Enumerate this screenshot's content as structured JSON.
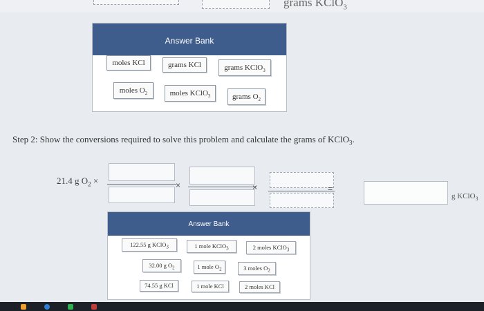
{
  "previous": {
    "unit_label": "grams KClO",
    "unit_sub": "3"
  },
  "bank1": {
    "header": "Answer Bank",
    "tiles": [
      {
        "text": "moles KCl",
        "sub": ""
      },
      {
        "text": "grams KCl",
        "sub": ""
      },
      {
        "text": "grams KClO",
        "sub": "3"
      },
      {
        "text": "moles O",
        "sub": "2"
      },
      {
        "text": "moles KClO",
        "sub": "3"
      },
      {
        "text": "grams O",
        "sub": "2"
      }
    ]
  },
  "step": {
    "text": "Step 2: Show the conversions required to solve this problem and calculate the grams of KClO",
    "sub": "3",
    "end": "."
  },
  "calc": {
    "given": "21.4 g O",
    "given_sub": "2",
    "given_op": "×",
    "ops": [
      "×",
      "×",
      "="
    ],
    "result_unit": "g KClO",
    "result_unit_sub": "3"
  },
  "bank2": {
    "header": "Answer Bank",
    "tiles": [
      {
        "text": "122.55 g KClO",
        "sub": "3"
      },
      {
        "text": "1 mole KClO",
        "sub": "3"
      },
      {
        "text": "2 moles KClO",
        "sub": "3"
      },
      {
        "text": "32.00 g O",
        "sub": "2"
      },
      {
        "text": "1 mole O",
        "sub": "2"
      },
      {
        "text": "3 moles O",
        "sub": "2"
      },
      {
        "text": "74.55 g KCl",
        "sub": ""
      },
      {
        "text": "1 mole KCl",
        "sub": ""
      },
      {
        "text": "2 moles KCl",
        "sub": ""
      }
    ]
  },
  "colors": {
    "header_bg": "#3f5d8c",
    "page_bg": "#e8ebef",
    "taskbar": "#1c2128"
  }
}
